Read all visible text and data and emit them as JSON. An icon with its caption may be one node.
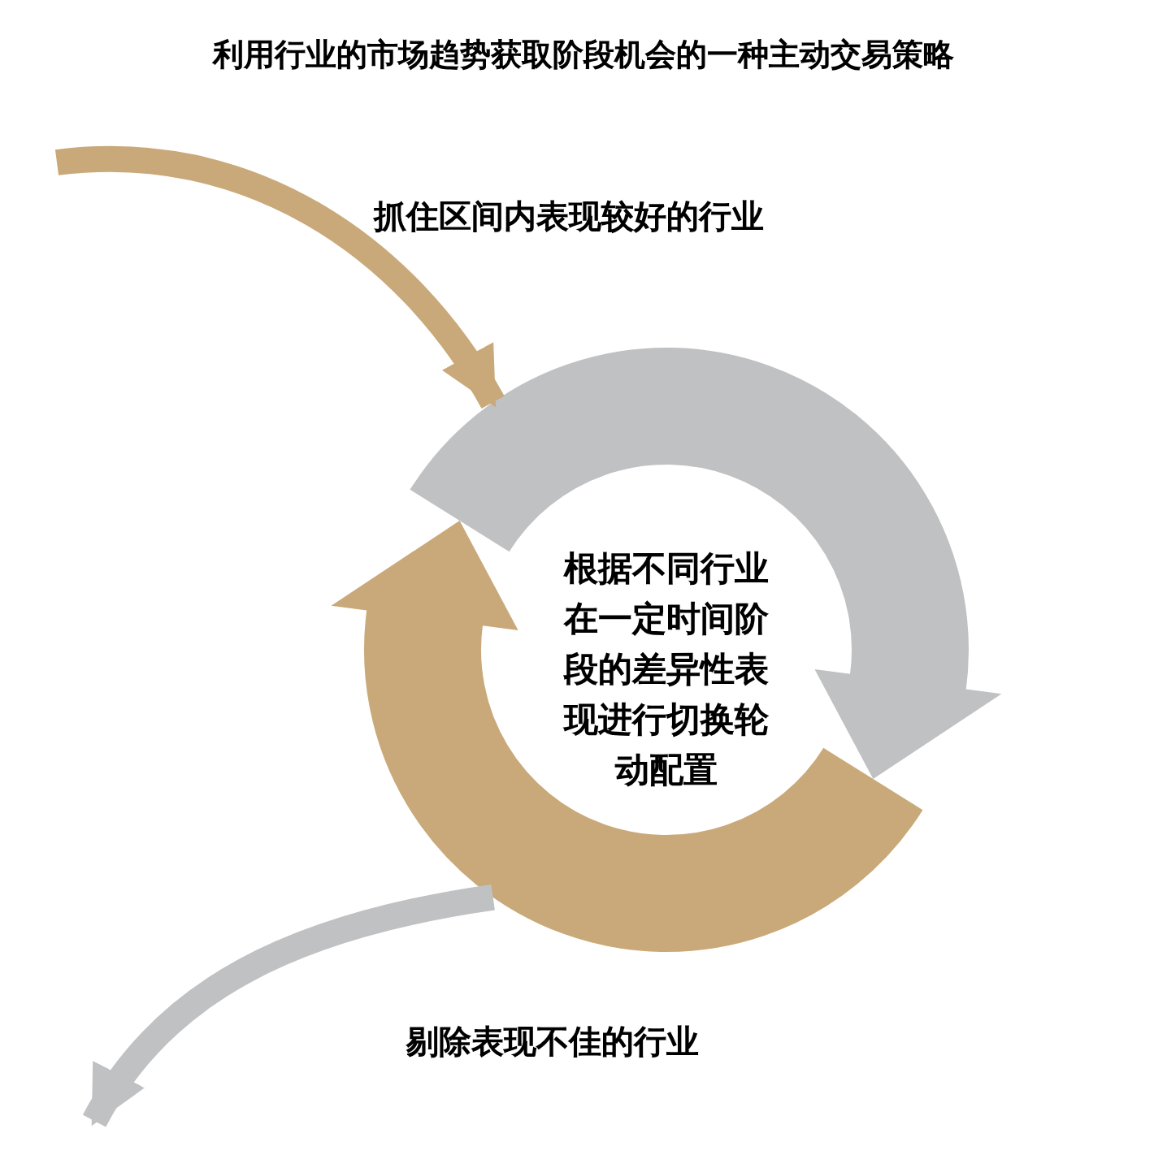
{
  "diagram": {
    "title": "利用行业的市场趋势获取阶段机会的一种主动交易策略",
    "nodes": [
      {
        "text": [],
        "shape": "arrow"
      },
      {
        "text": [],
        "shape": "arrow"
      }
    ],
    "edges": [
      {
        "from": null,
        "to": 0,
        "arrow": "to",
        "color": "#c9a979"
      },
      {
        "from": 1,
        "to": null,
        "arrow": "to",
        "color": "#c0c1c3"
      }
    ],
    "labels": [
      "抓住区间内表现较好的行业",
      "根据不同行业在一定时间阶段的差异性表现进行切换轮动配置",
      "剔除表现不佳的行业"
    ]
  }
}
